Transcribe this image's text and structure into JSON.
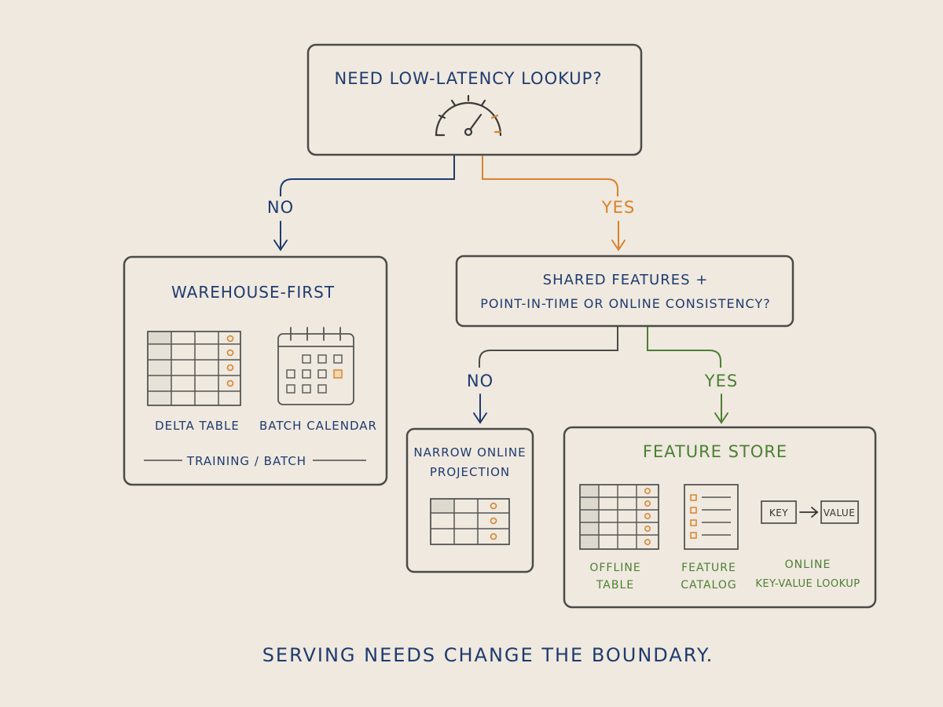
{
  "colors": {
    "background": "#efe9df",
    "box_stroke": "#4b4b4b",
    "navy": "#1f3b6f",
    "orange": "#d8822c",
    "green": "#4c7f33",
    "cell_fill": "#ddd9cf"
  },
  "root": {
    "question": "NEED LOW-LATENCY LOOKUP?",
    "icon": "speedometer-icon"
  },
  "branch_no_1": "NO",
  "branch_yes_1": "YES",
  "warehouse": {
    "title": "WAREHOUSE-FIRST",
    "icons": [
      "table-icon",
      "calendar-icon"
    ],
    "left_label": "DELTA TABLE",
    "right_label": "BATCH CALENDAR",
    "footer": "TRAINING / BATCH"
  },
  "second_question": {
    "line1": "SHARED FEATURES +",
    "line2": "POINT-IN-TIME OR ONLINE CONSISTENCY?"
  },
  "branch_no_2": "NO",
  "branch_yes_2": "YES",
  "narrow": {
    "line1": "NARROW ONLINE",
    "line2": "PROJECTION",
    "icon": "table-icon"
  },
  "feature_store": {
    "title": "FEATURE STORE",
    "offline_label_1": "OFFLINE",
    "offline_label_2": "TABLE",
    "catalog_label_1": "FEATURE",
    "catalog_label_2": "CATALOG",
    "key": "KEY",
    "value": "VALUE",
    "online_label_1": "ONLINE",
    "online_label_2": "KEY-VALUE LOOKUP",
    "icons": [
      "table-icon",
      "checklist-icon",
      "arrow-right-icon"
    ]
  },
  "caption": "SERVING NEEDS CHANGE THE BOUNDARY."
}
